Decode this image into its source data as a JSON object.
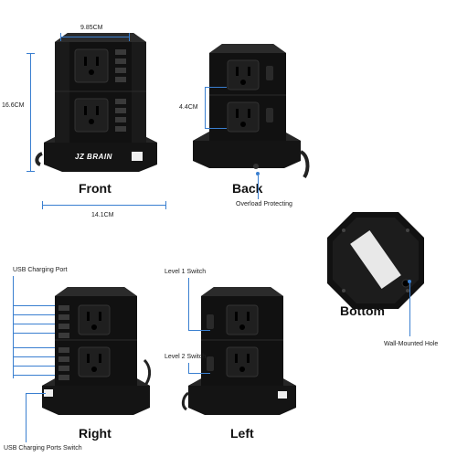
{
  "dimensions": {
    "width_top": "9.85CM",
    "height": "16.6CM",
    "width_base": "14.1CM",
    "outlet_spacing": "4.4CM"
  },
  "views": {
    "front": "Front",
    "back": "Back",
    "bottom": "Bottom",
    "right": "Right",
    "left": "Left"
  },
  "callouts": {
    "overload": "Overload Protecting",
    "wall_mount": "Wall-Mounted Hole",
    "usb_port": "USB Charging Port",
    "level1": "Level 1 Switch",
    "level2": "Level 2 Switch",
    "usb_switch": "USB Charging Ports Switch"
  },
  "brand": "JZ BRAIN",
  "colors": {
    "body": "#111111",
    "accent": "#3a7fd0",
    "face": "#1c1c1c"
  }
}
